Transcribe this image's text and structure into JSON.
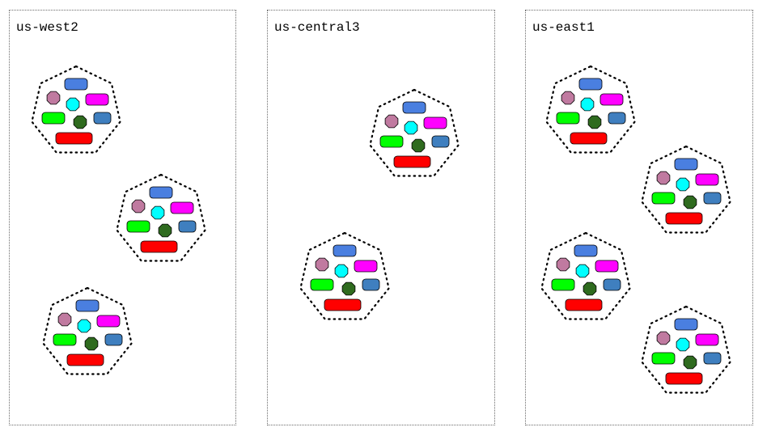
{
  "colors": {
    "background": "#ffffff",
    "region_border": "#6b6b6b",
    "blue": "#4a7fe0",
    "purple": "#c07aa0",
    "cyan": "#00ffff",
    "magenta": "#ff00ff",
    "green": "#00ff00",
    "dark_green": "#2f6b1f",
    "steel_blue": "#3f7fbf",
    "red": "#ff0000"
  },
  "regions": [
    {
      "id": "west2",
      "label": "us-west2",
      "cluster_count": 3
    },
    {
      "id": "central3",
      "label": "us-central3",
      "cluster_count": 2
    },
    {
      "id": "east1",
      "label": "us-east1",
      "cluster_count": 4
    }
  ]
}
